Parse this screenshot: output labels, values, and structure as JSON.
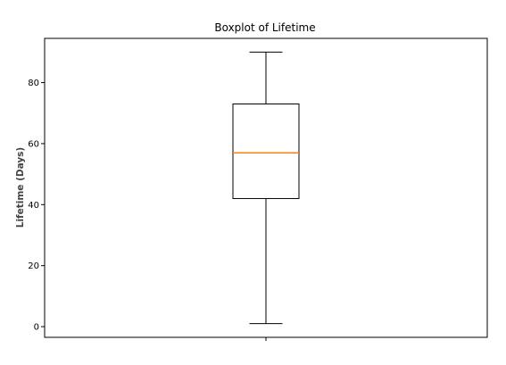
{
  "chart_data": {
    "type": "box",
    "title": "Boxplot of Lifetime",
    "xlabel": "",
    "ylabel": "Lifetime (Days)",
    "ylim": [
      -3.5,
      94.5
    ],
    "yticks": [
      0,
      20,
      40,
      60,
      80
    ],
    "series": [
      {
        "whisker_low": 1,
        "q1": 42,
        "median": 57,
        "q3": 73,
        "whisker_high": 90
      }
    ],
    "grid": false,
    "legend": "none",
    "colors": {
      "box": "#000000",
      "median": "#ff7f0e",
      "whisker": "#000000"
    }
  }
}
